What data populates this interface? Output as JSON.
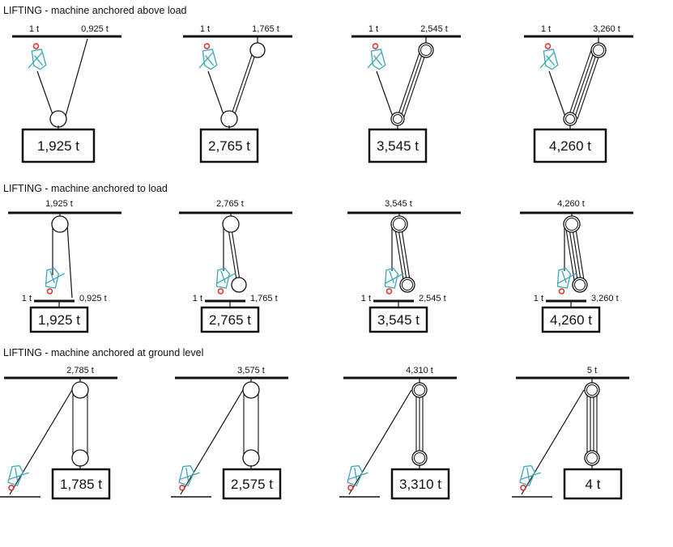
{
  "rows": [
    {
      "title": "LIFTING - machine anchored above load",
      "panels": [
        {
          "left_label": "1 t",
          "right_label": "0,925 t",
          "load": "1,925 t",
          "parts": 1
        },
        {
          "left_label": "1 t",
          "right_label": "1,765 t",
          "load": "2,765 t",
          "parts": 2
        },
        {
          "left_label": "1 t",
          "right_label": "2,545 t",
          "load": "3,545 t",
          "parts": 3
        },
        {
          "left_label": "1 t",
          "right_label": "3,260 t",
          "load": "4,260 t",
          "parts": 4
        }
      ]
    },
    {
      "title": "LIFTING - machine anchored to load",
      "panels": [
        {
          "top_label": "1,925 t",
          "left_label": "1 t",
          "right_label": "0,925 t",
          "load": "1,925 t",
          "parts": 1
        },
        {
          "top_label": "2,765 t",
          "left_label": "1 t",
          "right_label": "1,765 t",
          "load": "2,765 t",
          "parts": 2
        },
        {
          "top_label": "3,545 t",
          "left_label": "1 t",
          "right_label": "2,545 t",
          "load": "3,545 t",
          "parts": 3
        },
        {
          "top_label": "4,260 t",
          "left_label": "1 t",
          "right_label": "3,260 t",
          "load": "4,260 t",
          "parts": 4
        }
      ]
    },
    {
      "title": "LIFTING -  machine anchored at ground level",
      "panels": [
        {
          "top_label": "2,785 t",
          "load": "1,785 t",
          "parts": 1
        },
        {
          "top_label": "3,575 t",
          "load": "2,575 t",
          "parts": 2
        },
        {
          "top_label": "4,310 t",
          "load": "3,310 t",
          "parts": 3
        },
        {
          "top_label": "5 t",
          "load": "4 t",
          "parts": 4
        }
      ]
    }
  ],
  "colors": {
    "machine": "#3aa6b9",
    "hook": "#d8322b",
    "line": "#111111"
  }
}
